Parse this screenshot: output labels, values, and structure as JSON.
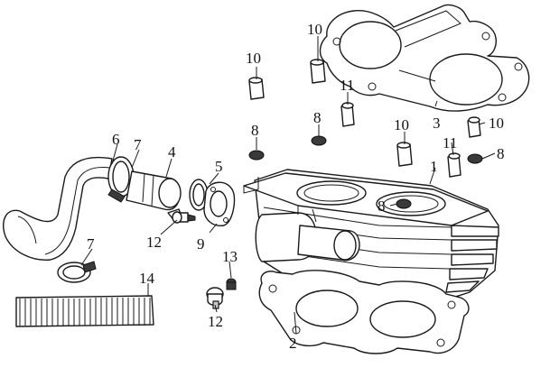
{
  "callouts": {
    "c1": "1",
    "c2": "2",
    "c3": "3",
    "c4": "4",
    "c5": "5",
    "c6": "6",
    "c7a": "7",
    "c7b": "7",
    "c8a": "8",
    "c8b": "8",
    "c8c": "8",
    "c8d": "8",
    "c9": "9",
    "c10a": "10",
    "c10b": "10",
    "c10c": "10",
    "c10d": "10",
    "c11a": "11",
    "c11b": "11",
    "c12a": "12",
    "c12b": "12",
    "c13": "13",
    "c14": "14"
  },
  "colors": {
    "line": "#1a1a1a",
    "fill": "#ffffff",
    "shade": "#c8c8c8"
  }
}
